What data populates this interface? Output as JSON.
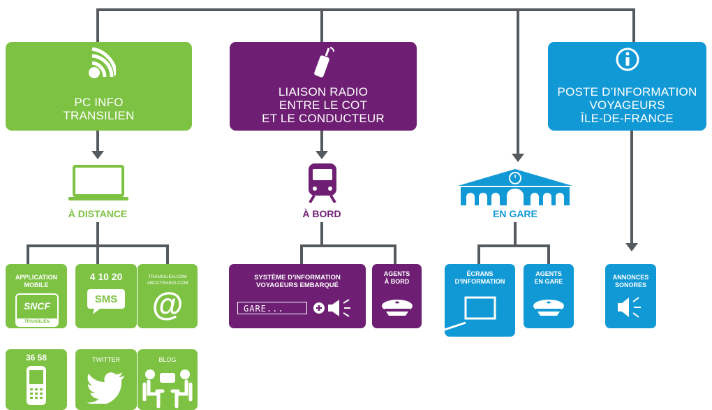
{
  "colors": {
    "green": "#7dc243",
    "purple": "#6e1f73",
    "blue": "#1199d6",
    "grey": "#555a5e"
  },
  "sources": {
    "pc_info": {
      "line1": "PC INFO",
      "line2": "TRANSILIEN",
      "icon": "wifi-broadcast-icon"
    },
    "radio": {
      "line1": "LIAISON RADIO",
      "line2": "ENTRE LE COT",
      "line3": "ET LE CONDUCTEUR",
      "icon": "walkie-talkie-icon"
    },
    "poste": {
      "line1": "POSTE D’INFORMATION",
      "line2": "VOYAGEURS",
      "line3": "ÎLE-DE-FRANCE",
      "icon": "info-icon"
    }
  },
  "channels": {
    "distance": {
      "label": "À DISTANCE",
      "icon": "laptop-icon"
    },
    "bord": {
      "label": "À BORD",
      "icon": "train-icon"
    },
    "gare": {
      "label": "EN GARE",
      "icon": "station-icon"
    }
  },
  "tiles": {
    "app": {
      "line1": "APPLICATION",
      "line2": "MOBILE",
      "logo": "SNCF",
      "sub": "TRANSILIEN"
    },
    "sms": {
      "label": "4 10 20",
      "badge": "SMS"
    },
    "web": {
      "line1": "TRANSILIEN.COM",
      "line2": "ABCDTRAINS.COM",
      "icon": "at-sign-icon"
    },
    "phone": {
      "label": "36 58",
      "icon": "phone-icon"
    },
    "twitter": {
      "label": "TWITTER",
      "icon": "bird-icon"
    },
    "blog": {
      "label": "BLOG",
      "icon": "chat-people-icon"
    },
    "siv": {
      "line1": "SYSTÈME D’INFORMATION",
      "line2": "VOYAGEURS EMBARQUÉ",
      "display": "GARE..."
    },
    "agents_bord": {
      "line1": "AGENTS",
      "line2": "À BORD",
      "icon": "cap-icon"
    },
    "ecrans": {
      "line1": "ÉCRANS",
      "line2": "D’INFORMATION",
      "icon": "screen-icon"
    },
    "agents_gare": {
      "line1": "AGENTS",
      "line2": "EN GARE",
      "icon": "cap-icon"
    },
    "annonces": {
      "line1": "ANNONCES",
      "line2": "SONORES",
      "icon": "speaker-icon"
    }
  }
}
